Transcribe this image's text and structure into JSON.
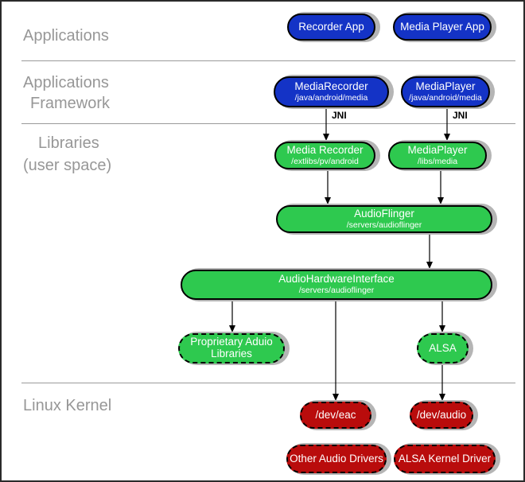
{
  "layers": {
    "applications": {
      "line1": "Applications"
    },
    "framework": {
      "line1": "Applications",
      "line2": "Framework"
    },
    "libraries": {
      "line1": "Libraries",
      "line2": "(user space)"
    },
    "kernel": {
      "line1": "Linux Kernel"
    }
  },
  "nodes": {
    "recorder_app": {
      "title": "Recorder App"
    },
    "media_player_app": {
      "title": "Media Player App"
    },
    "media_recorder_fw": {
      "title": "MediaRecorder",
      "path": "/java/android/media"
    },
    "media_player_fw": {
      "title": "MediaPlayer",
      "path": "/java/android/media"
    },
    "media_recorder_lib": {
      "title": "Media Recorder",
      "path": "/extlibs/pv/android"
    },
    "media_player_lib": {
      "title": "MediaPlayer",
      "path": "/libs/media"
    },
    "audio_flinger": {
      "title": "AudioFlinger",
      "path": "/servers/audioflinger"
    },
    "audio_hw_interface": {
      "title": "AudioHardwareInterface",
      "path": "/servers/audioflinger"
    },
    "proprietary_libs": {
      "line1": "Proprietary Aduio",
      "line2": "Libraries"
    },
    "alsa": {
      "title": "ALSA"
    },
    "dev_eac": {
      "title": "/dev/eac"
    },
    "dev_audio": {
      "title": "/dev/audio"
    },
    "other_audio_drivers": {
      "title": "Other Audio Drivers"
    },
    "alsa_kernel_driver": {
      "title": "ALSA Kernel Driver"
    }
  },
  "labels": {
    "jni": "JNI"
  },
  "colors": {
    "app_blue": "#1433c6",
    "lib_green": "#2ec94f",
    "kernel_red": "#b90c0c",
    "layer_label_gray": "#979797",
    "divider_gray": "#9a9a9a",
    "shadow_gray": "#b5b5b5",
    "line_black": "#000000"
  }
}
